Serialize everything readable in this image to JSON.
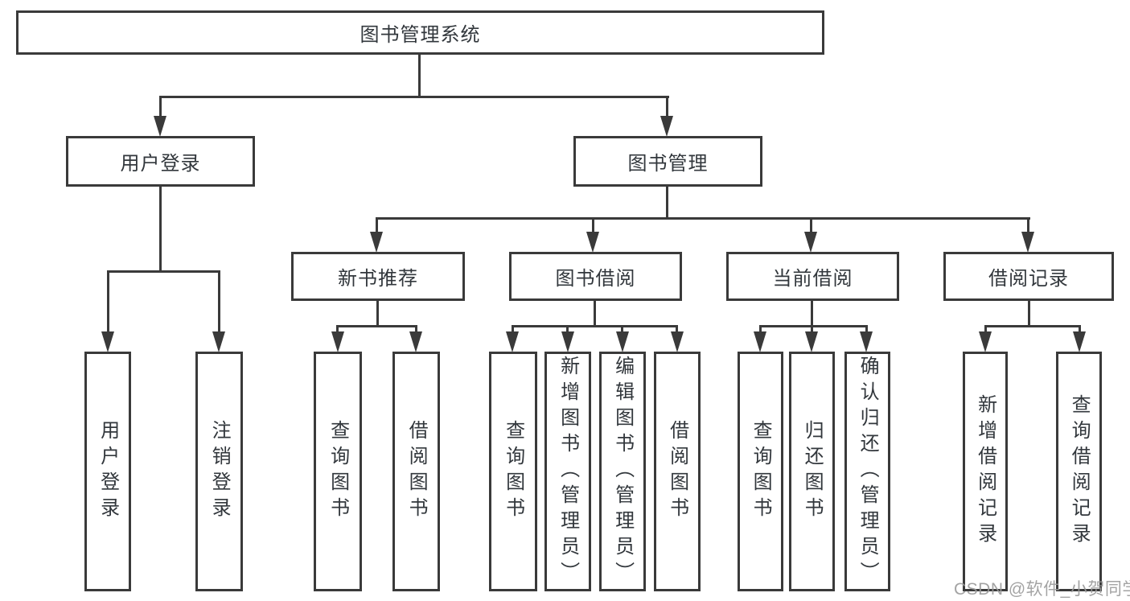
{
  "diagram": {
    "nodes": {
      "root": "图书管理系统",
      "user_login": "用户登录",
      "book_management": "图书管理",
      "new_book_recommend": "新书推荐",
      "book_borrowing": "图书借阅",
      "current_borrowing": "当前借阅",
      "borrow_records": "借阅记录"
    },
    "leaves": {
      "user_login": [
        "用户登录",
        "注销登录"
      ],
      "new_book_recommend": [
        "查询图书",
        "借阅图书"
      ],
      "book_borrowing": [
        "查询图书",
        "新增图书（管理员）",
        "编辑图书（管理员）",
        "借阅图书"
      ],
      "current_borrowing": [
        "查询图书",
        "归还图书",
        "确认归还（管理员）"
      ],
      "borrow_records": [
        "新增借阅记录",
        "查询借阅记录"
      ]
    },
    "watermark": "CSDN @软件_小贺同学",
    "colors": {
      "line": "#3a3a3a",
      "text": "#32373c",
      "watermark": "#9a9a9a",
      "background": "#ffffff"
    }
  }
}
